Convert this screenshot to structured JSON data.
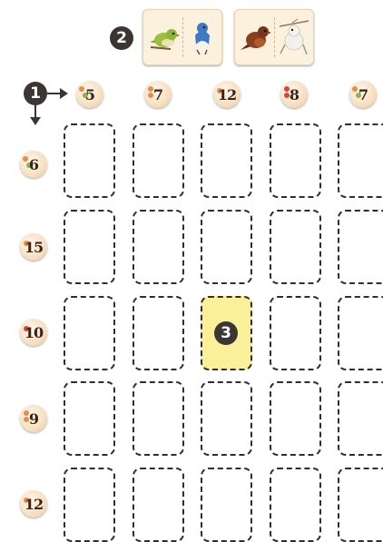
{
  "markers": {
    "placement_order": "1",
    "bird_cards": "2",
    "selected_space": "3"
  },
  "bird_card_pairs": [
    {
      "birds": [
        "green-songbird",
        "blue-white-bird"
      ]
    },
    {
      "birds": [
        "brown-bird",
        "white-tit"
      ]
    }
  ],
  "column_targets": [
    {
      "value": "5",
      "dots": [
        "#e88c4a",
        "#8fb04a"
      ]
    },
    {
      "value": "7",
      "dots": [
        "#e88c4a",
        "#e88c4a"
      ]
    },
    {
      "value": "12",
      "dots": [
        "#e88c4a"
      ]
    },
    {
      "value": "8",
      "dots": [
        "#d6463c",
        "#d6463c"
      ]
    },
    {
      "value": "7",
      "dots": [
        "#e88c4a",
        "#8fb04a"
      ]
    }
  ],
  "row_targets": [
    {
      "value": "6",
      "dots": [
        "#e88c4a",
        "#8fb04a"
      ]
    },
    {
      "value": "15",
      "dots": [
        "#e88c4a"
      ]
    },
    {
      "value": "10",
      "dots": [
        "#d6463c"
      ]
    },
    {
      "value": "9",
      "dots": [
        "#e88c4a",
        "#e88c4a"
      ]
    },
    {
      "value": "12",
      "dots": [
        "#e88c4a"
      ]
    }
  ],
  "grid": {
    "rows": 5,
    "cols": 5,
    "selected": {
      "row": 2,
      "col": 2
    },
    "selected_color": "#fbef99"
  }
}
